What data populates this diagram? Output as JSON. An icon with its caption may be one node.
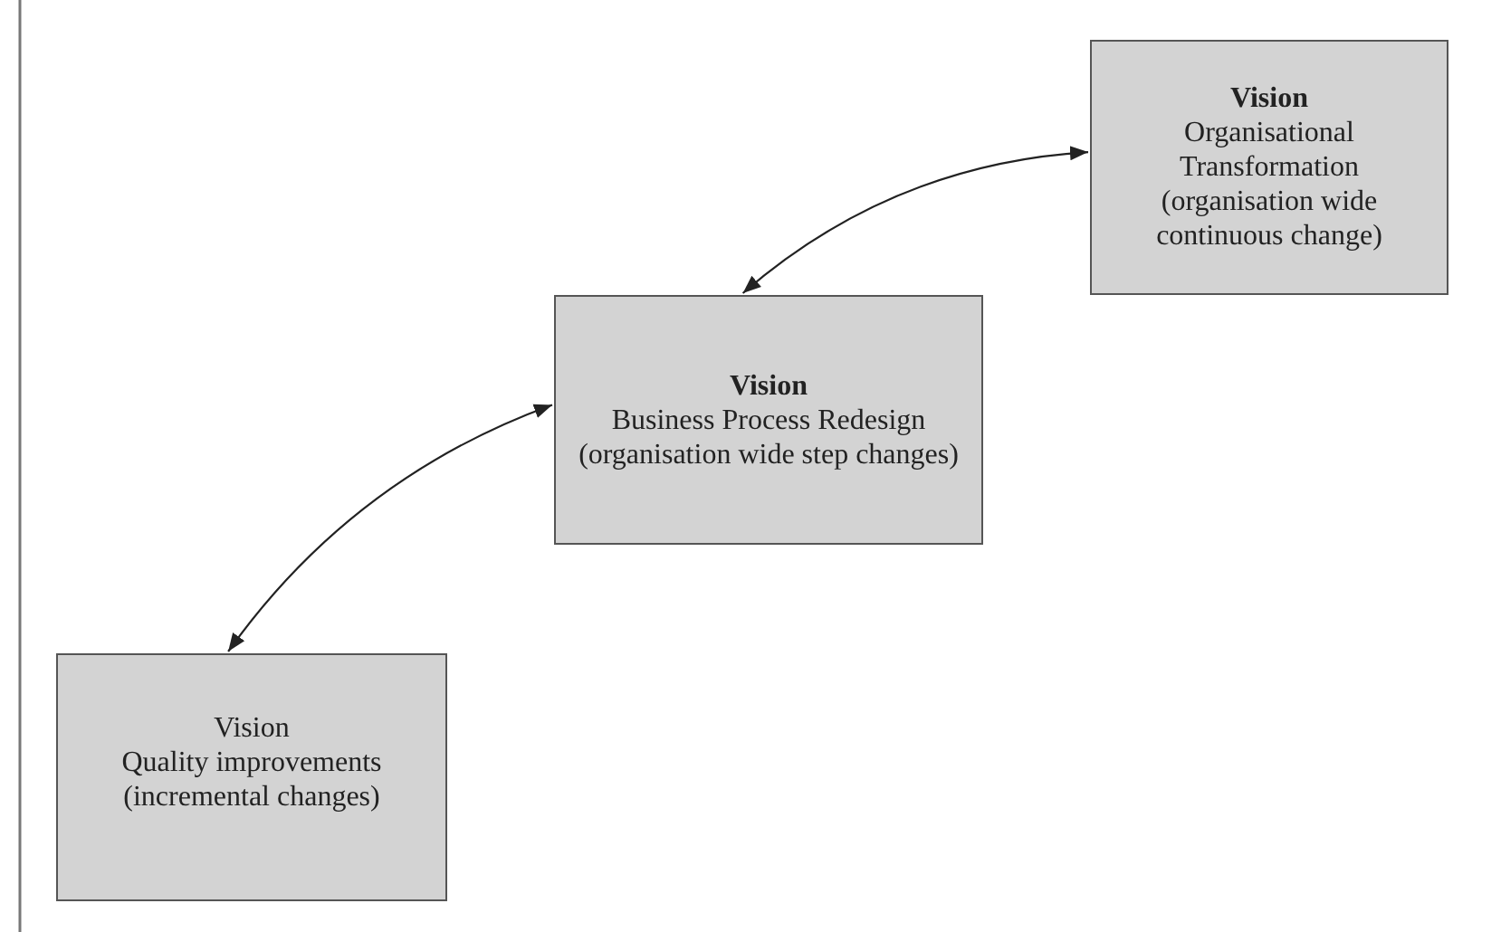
{
  "diagram": {
    "nodes": [
      {
        "text": [
          "Vision",
          "Organisational Transformation (organisation wide continuous change)"
        ]
      },
      {
        "text": [
          "Vision",
          "Business Process Redesign (organisation wide step changes)"
        ]
      },
      {
        "text": [
          "Vision",
          "Quality improvements (incremental changes)"
        ]
      }
    ],
    "edges": [
      {
        "from": 0,
        "to": 1,
        "arrow": "both"
      },
      {
        "from": 1,
        "to": 2,
        "arrow": "both"
      }
    ]
  }
}
